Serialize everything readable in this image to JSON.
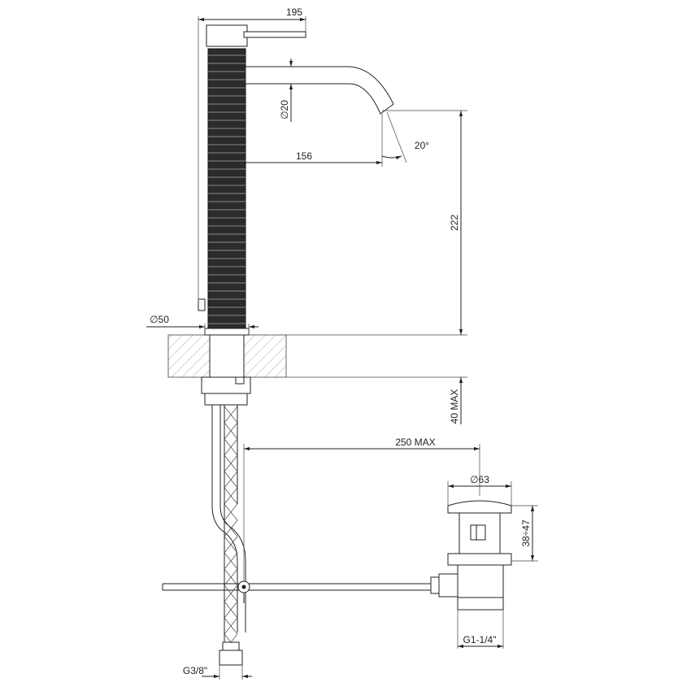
{
  "dimensions": {
    "overall_width": "195",
    "spout_diameter": "20",
    "spout_reach": "156",
    "spout_angle": "20°",
    "height": "222",
    "base_diameter": "50",
    "max_thickness": "40 MAX",
    "max_distance": "250 MAX",
    "waste_diameter": "63",
    "waste_range": "38÷47",
    "waste_thread": "G1-1/4\"",
    "supply_thread": "G3/8\""
  }
}
